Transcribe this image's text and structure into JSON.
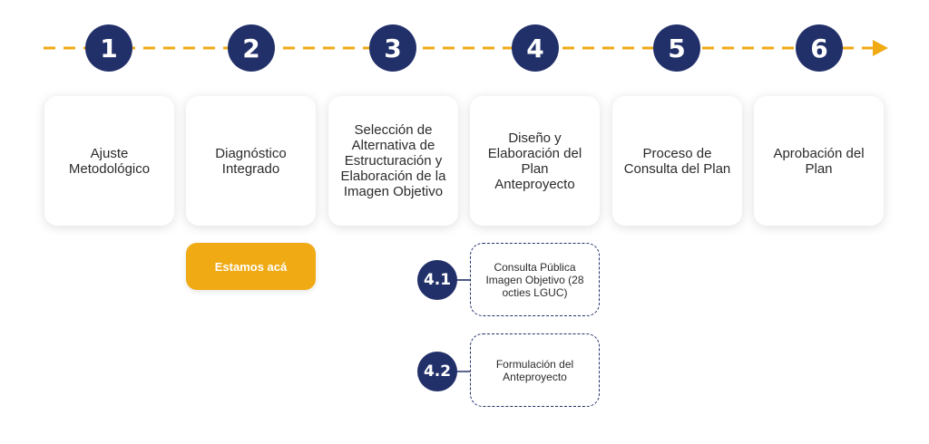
{
  "colors": {
    "accent": "#efaa14",
    "navy": "#22306a",
    "text": "#2b2b2b"
  },
  "steps": [
    {
      "number": "1",
      "label": "Ajuste Metodológico"
    },
    {
      "number": "2",
      "label": "Diagnóstico Integrado"
    },
    {
      "number": "3",
      "label": "Selección de Alternativa de Estructuración y Elaboración de la Imagen Objetivo"
    },
    {
      "number": "4",
      "label": "Diseño y Elaboración del Plan Anteproyecto"
    },
    {
      "number": "5",
      "label": "Proceso de Consulta del Plan"
    },
    {
      "number": "6",
      "label": "Aprobación del Plan"
    }
  ],
  "current_badge": "Estamos acá",
  "substeps": [
    {
      "number": "4.1",
      "label": "Consulta Pública Imagen Objetivo (28 octies LGUC)"
    },
    {
      "number": "4.2",
      "label": "Formulación del Anteproyecto"
    }
  ]
}
